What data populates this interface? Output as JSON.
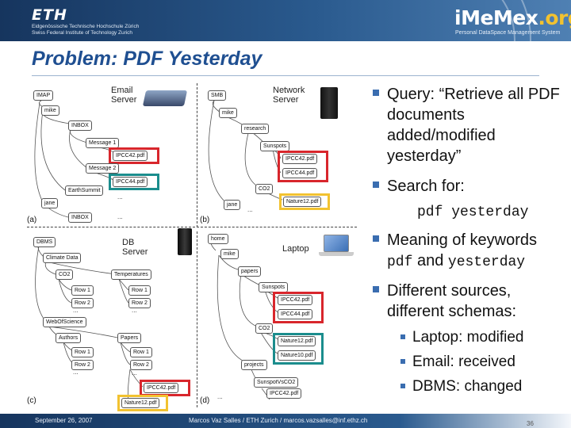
{
  "header": {
    "eth_logo": "ETH",
    "eth_sub1": "Eidgenössische Technische Hochschule Zürich",
    "eth_sub2": "Swiss Federal Institute of Technology Zurich",
    "imemex_main": "iMeMex",
    "imemex_dot_org": ".org",
    "imemex_sub": "Personal DataSpace Management System"
  },
  "title": "Problem: PDF Yesterday",
  "diagram": {
    "email_server": "Email\nServer",
    "network_server": "Network\nServer",
    "db_server": "DB\nServer",
    "laptop": "Laptop",
    "panel_a": "(a)",
    "panel_b": "(b)",
    "panel_c": "(c)",
    "panel_d": "(d)",
    "a_nodes": [
      "IMAP",
      "mike",
      "INBOX",
      "Message 1",
      "IPCC42.pdf",
      "Message 2",
      "IPCC44.pdf",
      "EarthSummit",
      "jane",
      "INBOX"
    ],
    "b_nodes": [
      "SMB",
      "mike",
      "research",
      "Sunspots",
      "IPCC42.pdf",
      "IPCC44.pdf",
      "CO2",
      "Nature12.pdf",
      "jane"
    ],
    "c_nodes": [
      "DBMS",
      "Climate Data",
      "CO2",
      "Temperatures",
      "Row 1",
      "Row 2",
      "Row 1",
      "Row 2",
      "WebOfScience",
      "Authors",
      "Papers",
      "Row 1",
      "Row 2",
      "Row 1",
      "Row 2",
      "IPCC42.pdf",
      "Nature12.pdf"
    ],
    "d_nodes": [
      "home",
      "mike",
      "papers",
      "Sunspots",
      "IPCC42.pdf",
      "IPCC44.pdf",
      "CO2",
      "Nature12.pdf",
      "Nature10.pdf",
      "projects",
      "SunspotVsCO2",
      "IPCC42.pdf"
    ],
    "ellipsis": "..."
  },
  "content": {
    "bullet1": "Query: “Retrieve all PDF documents added/modified yesterday”",
    "bullet2": "Search for:",
    "query_code": "pdf yesterday",
    "bullet3_prefix": "Meaning of keywords",
    "bullet3_kw1": "pdf",
    "bullet3_and": " and ",
    "bullet3_kw2": "yesterday",
    "bullet4": "Different sources, different schemas:",
    "sub1": "Laptop: modified",
    "sub2": "Email: received",
    "sub3": "DBMS: changed"
  },
  "footer": {
    "date": "September 26, 2007",
    "author": "Marcos Vaz Salles / ETH Zurich / marcos.vazsalles@inf.ethz.ch",
    "page": "36"
  },
  "colors": {
    "title": "#1f4f91",
    "bullet": "#3a6db0",
    "highlight_red": "#d8262c",
    "highlight_teal": "#1b8d8d",
    "highlight_yellow": "#f2c230"
  }
}
